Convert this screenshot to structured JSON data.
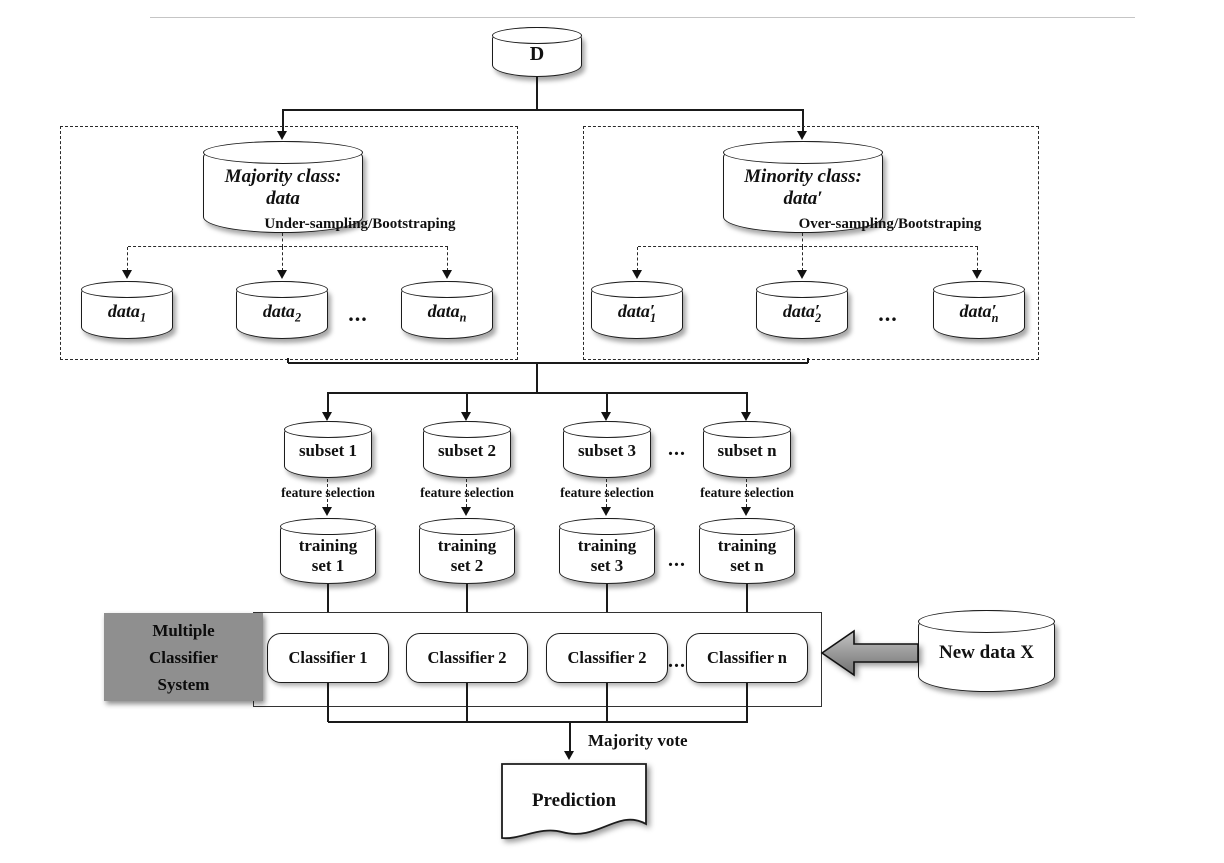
{
  "diagram": {
    "root_db": "D",
    "majority": {
      "db_line1": "Majority class:",
      "db_line2": "data",
      "sampling": "Under-sampling/Bootstraping",
      "items": [
        {
          "base": "data",
          "prime": "",
          "sub": "1"
        },
        {
          "base": "data",
          "prime": "",
          "sub": "2"
        },
        {
          "base": "data",
          "prime": "",
          "sub": "n"
        }
      ],
      "ellipsis": "..."
    },
    "minority": {
      "db_line1": "Minority class:",
      "db_line2": "data′",
      "sampling": "Over-sampling/Bootstraping",
      "items": [
        {
          "base": "data",
          "prime": "′",
          "sub": "1"
        },
        {
          "base": "data",
          "prime": "′",
          "sub": "2"
        },
        {
          "base": "data",
          "prime": "′",
          "sub": "n"
        }
      ],
      "ellipsis": "..."
    },
    "subsets": {
      "labels": [
        "subset 1",
        "subset 2",
        "subset 3",
        "subset n"
      ],
      "ellipsis": "..."
    },
    "feature_selection": [
      "feature selection",
      "feature selection",
      "feature selection",
      "feature selection"
    ],
    "training": {
      "items": [
        {
          "l1": "training",
          "l2": "set 1"
        },
        {
          "l1": "training",
          "l2": "set 2"
        },
        {
          "l1": "training",
          "l2": "set 3"
        },
        {
          "l1": "training",
          "l2": "set n"
        }
      ],
      "ellipsis": "..."
    },
    "mcs": {
      "title_lines": [
        "Multiple",
        "Classifier",
        "System"
      ],
      "classifiers": [
        "Classifier 1",
        "Classifier 2",
        "Classifier 2",
        "Classifier n"
      ],
      "ellipsis": "..."
    },
    "new_data": "New data X",
    "vote": "Majority vote",
    "prediction": "Prediction"
  },
  "colors": {
    "mcs_fill": "#8f8f8f",
    "line": "#1a1a1a",
    "block_arrow_top": "#c4c4c4",
    "block_arrow_bottom": "#6f6f6f"
  }
}
